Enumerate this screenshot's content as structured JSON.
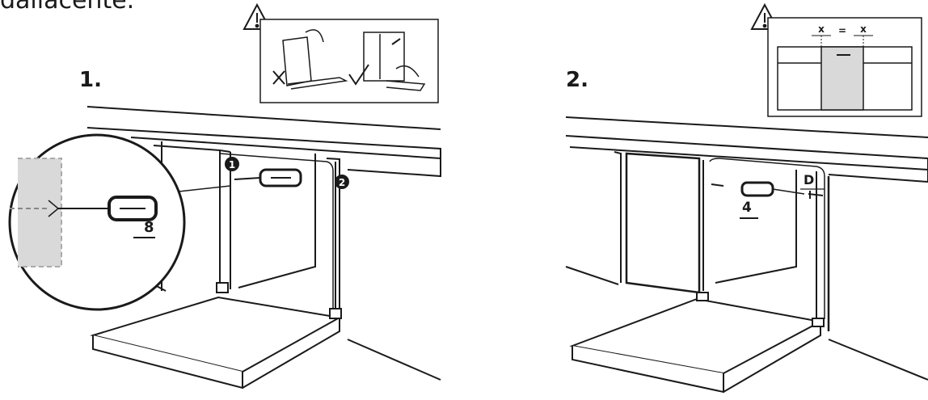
{
  "header": {
    "cut_text": "dallacente."
  },
  "steps": [
    {
      "number": "1.",
      "screw_count": "8",
      "callout_1": "1",
      "callout_2": "2"
    },
    {
      "number": "2.",
      "screw_count": "4",
      "dim_label": "D"
    }
  ],
  "inset_right": {
    "x_left": "x",
    "equals": "=",
    "x_right": "x"
  },
  "colors": {
    "stroke": "#1a1a1a",
    "fill_gray": "#d9d9d9",
    "background": "#ffffff"
  },
  "icons": [
    "warning-triangle-icon",
    "screwdriver-icon",
    "screw-icon",
    "check-icon",
    "cross-icon"
  ]
}
